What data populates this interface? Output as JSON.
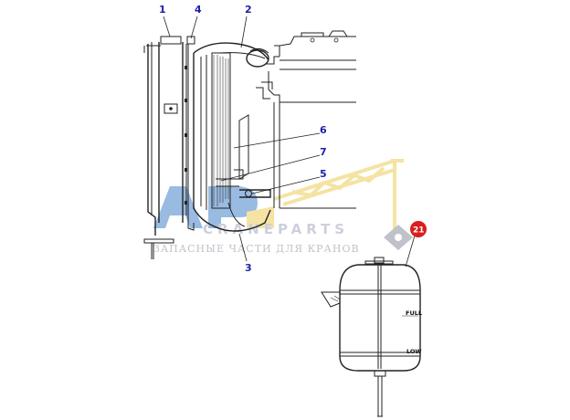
{
  "callouts": {
    "c1": "1",
    "c2": "2",
    "c3": "3",
    "c4": "4",
    "c5": "5",
    "c6": "6",
    "c7": "7",
    "c21": "21"
  },
  "tank": {
    "full_label": "FULL",
    "low_label": "LOW"
  },
  "watermark": {
    "brand": "CRANEPARTS",
    "tagline": "ЗАПАСНЫЕ ЧАСТИ ДЛЯ КРАНОВ"
  },
  "colors": {
    "callout": "#1f1fa8",
    "badge": "#d81e1e",
    "watermark_blue": "#8fb4df",
    "watermark_yellow": "#f3e19a"
  }
}
